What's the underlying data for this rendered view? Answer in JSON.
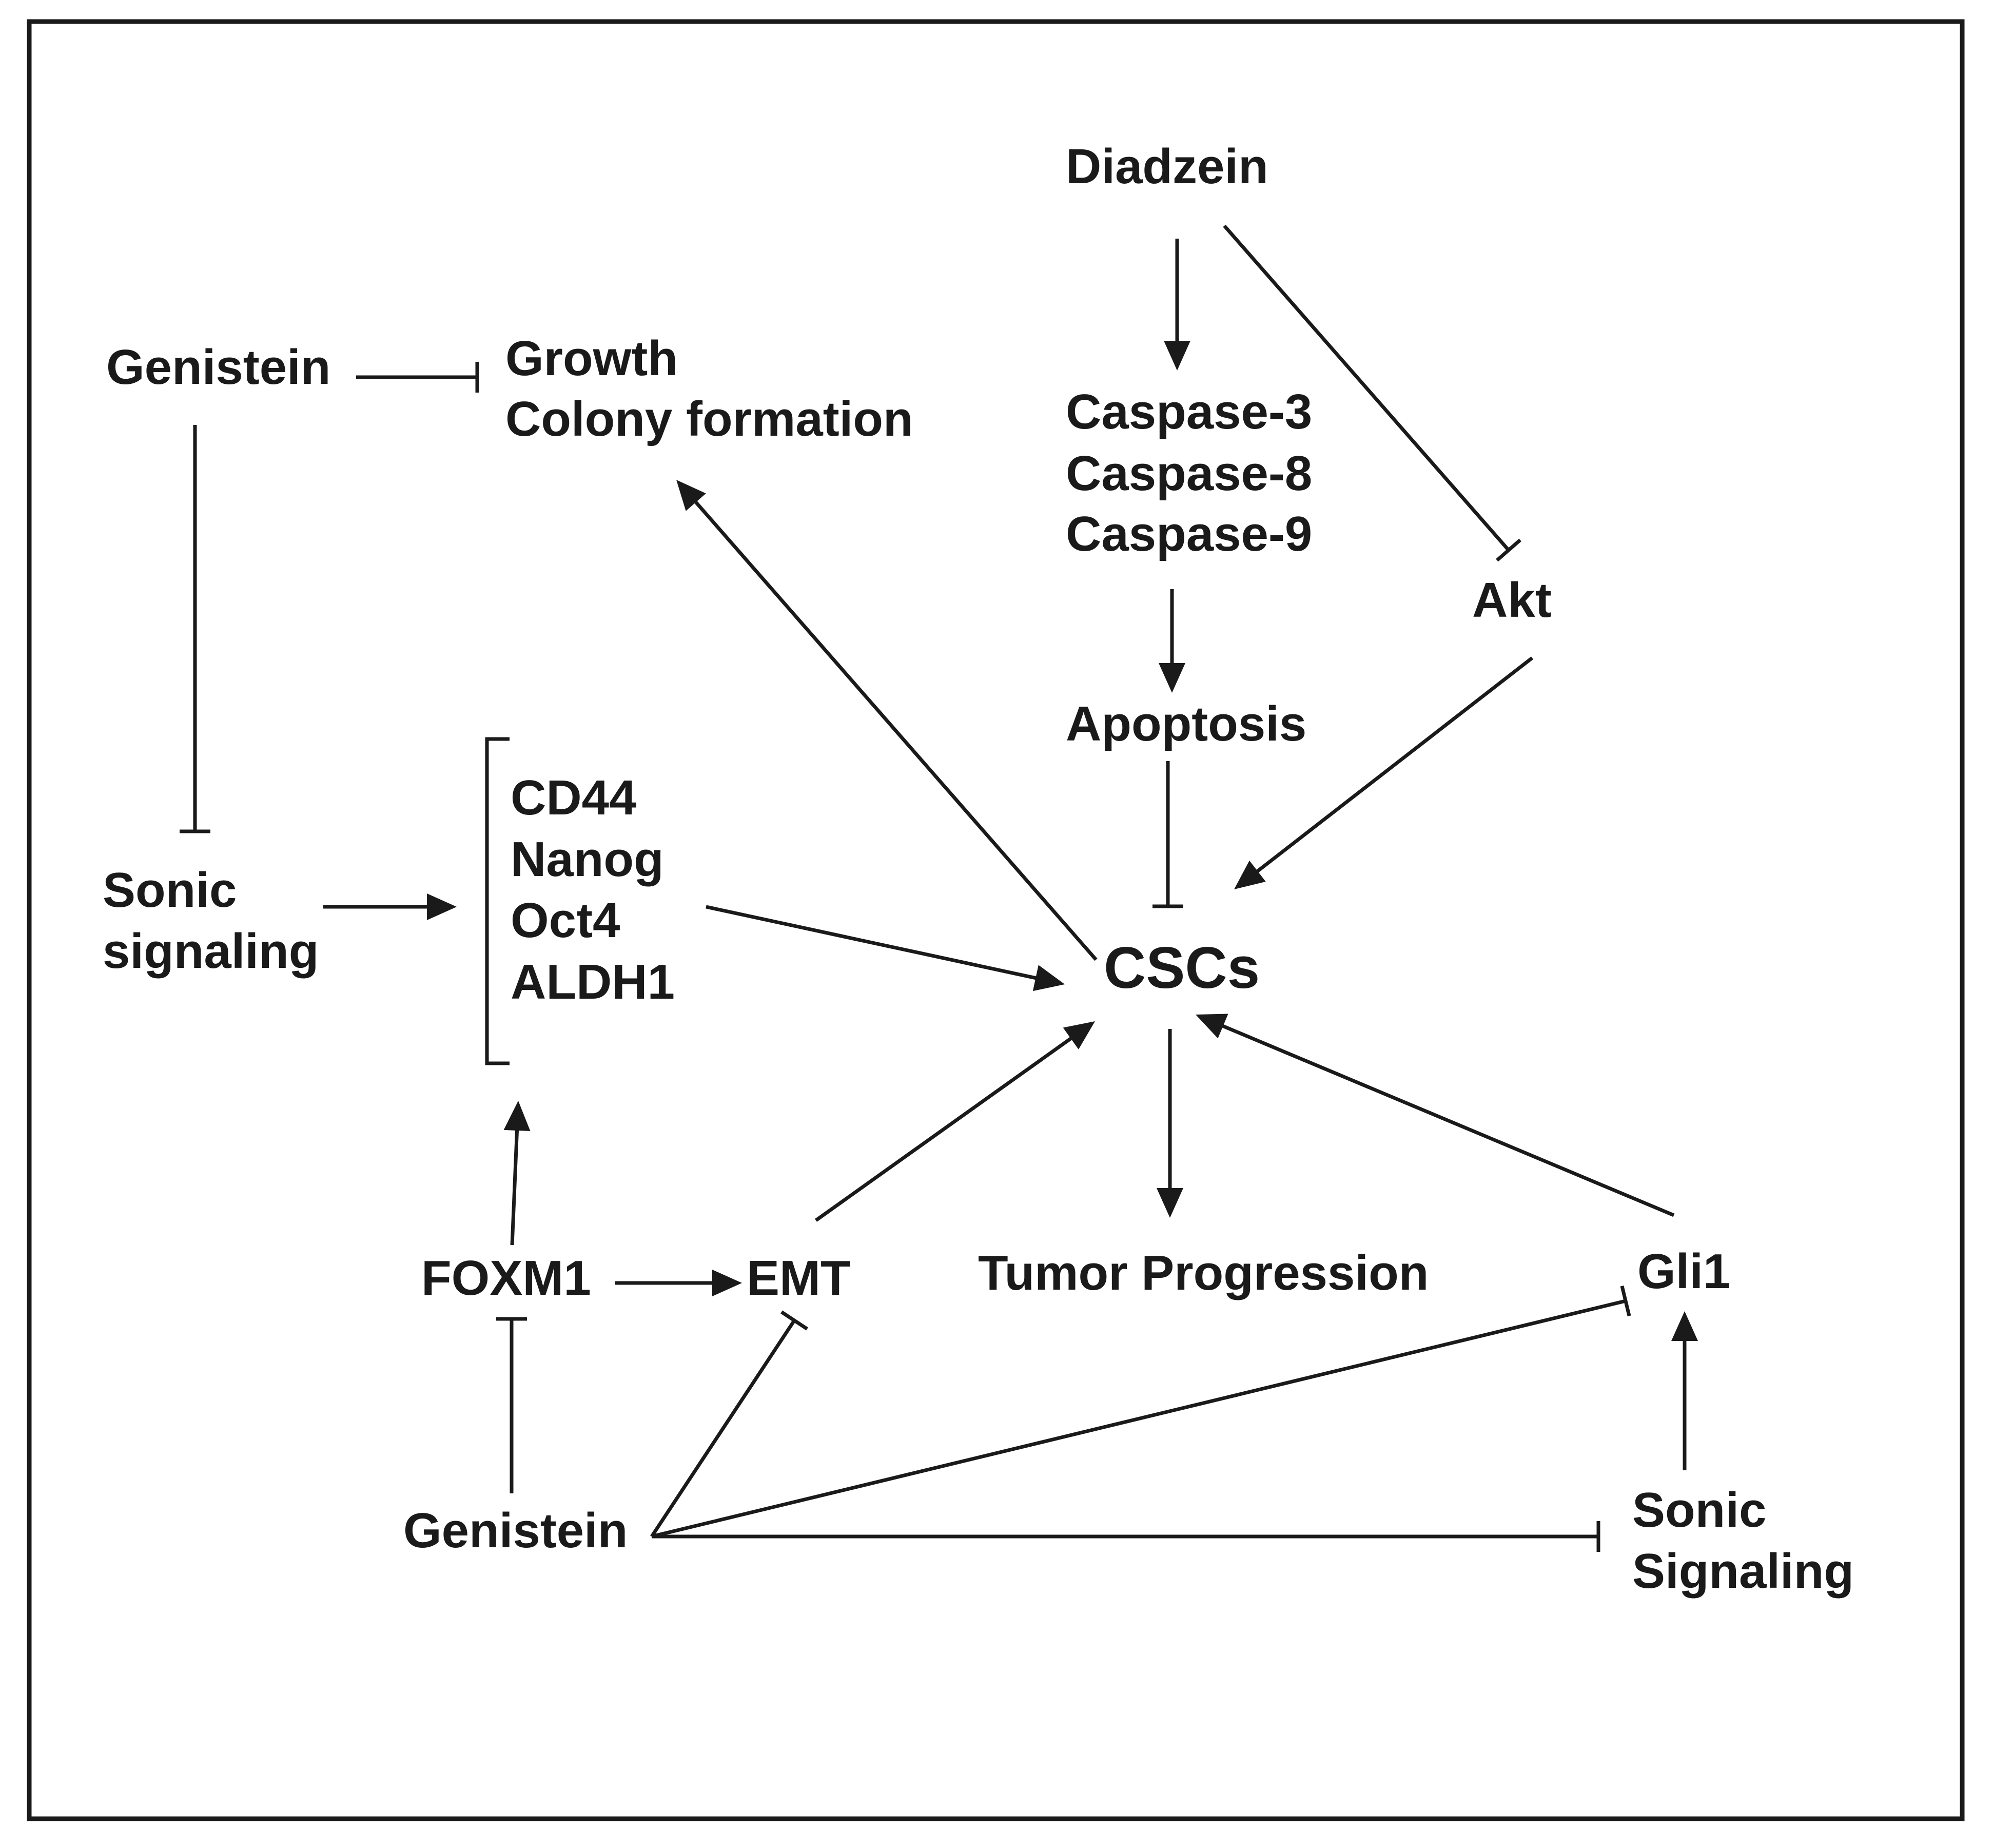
{
  "nodes": {
    "diadzein": [
      "Diadzein"
    ],
    "caspases": [
      "Caspase-3",
      "Caspase-8",
      "Caspase-9"
    ],
    "akt": [
      "Akt"
    ],
    "apoptosis": [
      "Apoptosis"
    ],
    "genistein_top": [
      "Genistein"
    ],
    "growth": [
      "Growth",
      "Colony formation"
    ],
    "sonic_left": [
      "Sonic",
      "signaling"
    ],
    "markers": [
      "CD44",
      "Nanog",
      "Oct4",
      "ALDH1"
    ],
    "cscs": [
      "CSCs"
    ],
    "foxm1": [
      "FOXM1"
    ],
    "emt": [
      "EMT"
    ],
    "tumor": [
      "Tumor Progression"
    ],
    "gli1": [
      "Gli1"
    ],
    "genistein_bottom": [
      "Genistein"
    ],
    "sonic_right": [
      "Sonic",
      "Signaling"
    ]
  },
  "edges": [
    {
      "from": "diadzein",
      "to": "caspases",
      "type": "activation"
    },
    {
      "from": "diadzein",
      "to": "akt",
      "type": "inhibition"
    },
    {
      "from": "caspases",
      "to": "apoptosis",
      "type": "activation"
    },
    {
      "from": "apoptosis",
      "to": "cscs",
      "type": "inhibition"
    },
    {
      "from": "akt",
      "to": "cscs",
      "type": "activation"
    },
    {
      "from": "genistein_top",
      "to": "growth",
      "type": "inhibition"
    },
    {
      "from": "genistein_top",
      "to": "sonic_left",
      "type": "inhibition"
    },
    {
      "from": "sonic_left",
      "to": "markers",
      "type": "activation"
    },
    {
      "from": "markers",
      "to": "cscs",
      "type": "activation"
    },
    {
      "from": "cscs",
      "to": "growth",
      "type": "activation"
    },
    {
      "from": "foxm1",
      "to": "markers",
      "type": "activation"
    },
    {
      "from": "foxm1",
      "to": "emt",
      "type": "activation"
    },
    {
      "from": "emt",
      "to": "cscs",
      "type": "activation"
    },
    {
      "from": "cscs",
      "to": "tumor",
      "type": "activation"
    },
    {
      "from": "gli1",
      "to": "cscs",
      "type": "activation"
    },
    {
      "from": "sonic_right",
      "to": "gli1",
      "type": "activation"
    },
    {
      "from": "genistein_bottom",
      "to": "foxm1",
      "type": "inhibition"
    },
    {
      "from": "genistein_bottom",
      "to": "emt",
      "type": "inhibition"
    },
    {
      "from": "genistein_bottom",
      "to": "gli1",
      "type": "inhibition"
    },
    {
      "from": "genistein_bottom",
      "to": "sonic_right",
      "type": "inhibition"
    }
  ]
}
